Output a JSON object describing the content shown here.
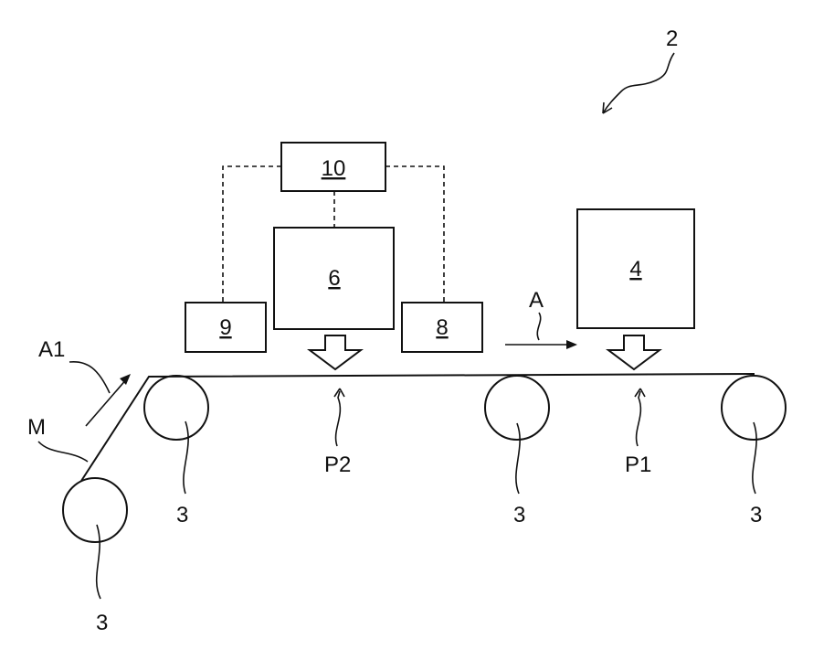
{
  "figure_number": "2",
  "boxes": {
    "controller": "10",
    "unit_6": "6",
    "unit_4": "4",
    "unit_9": "9",
    "unit_8": "8"
  },
  "labels": {
    "direction_a": "A",
    "direction_a1": "A1",
    "medium": "M",
    "position_p1": "P1",
    "position_p2": "P2",
    "roller_1": "3",
    "roller_2": "3",
    "roller_3": "3",
    "roller_4": "3"
  }
}
